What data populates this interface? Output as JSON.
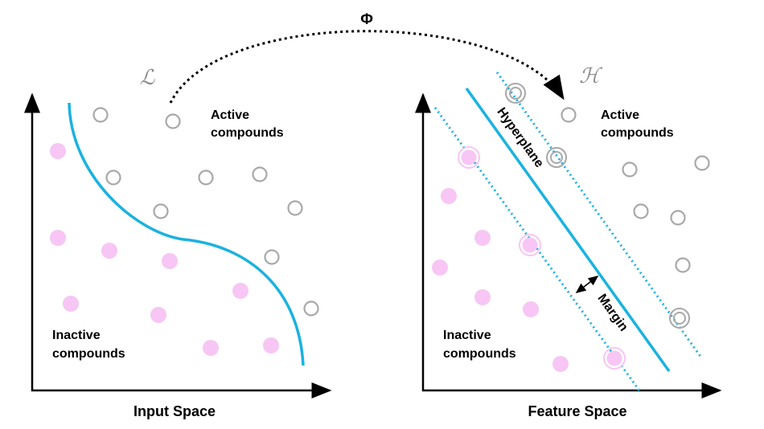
{
  "phi_symbol": "Φ",
  "input_panel": {
    "space_symbol": "ℒ",
    "active_label": [
      "Active",
      "compounds"
    ],
    "inactive_label": [
      "Inactive",
      "compounds"
    ],
    "axis_title": "Input Space"
  },
  "feature_panel": {
    "space_symbol": "ℋ",
    "active_label": [
      "Active",
      "compounds"
    ],
    "inactive_label": [
      "Inactive",
      "compounds"
    ],
    "axis_title": "Feature Space",
    "hyperplane_label": "Hyperplane",
    "margin_label": "Margin"
  },
  "colors": {
    "boundary": "#1ab2e0",
    "active_point_stroke": "#a8a8a8",
    "inactive_point_fill": "#f7c6f4",
    "axis": "#000000"
  }
}
